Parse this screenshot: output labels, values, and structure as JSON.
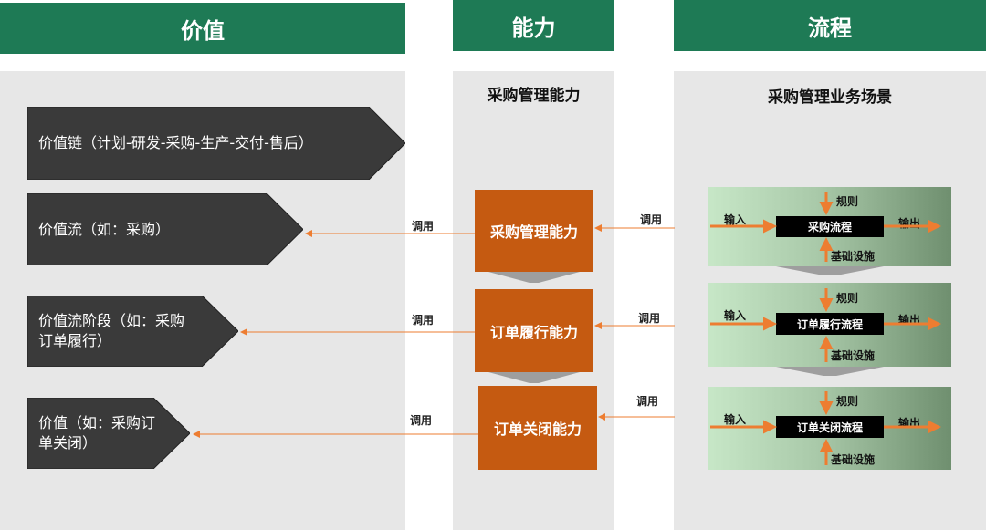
{
  "headers": {
    "value": "价值",
    "capability": "能力",
    "process": "流程"
  },
  "subtitles": {
    "capability": "采购管理能力",
    "process": "采购管理业务场景"
  },
  "value_items": [
    {
      "label": "价值链（计划-研发-采购-生产-交付-售后）"
    },
    {
      "label": "价值流（如：采购）"
    },
    {
      "label": "价值流阶段（如：采购\n订单履行）"
    },
    {
      "label": "价值（如：采购订\n单关闭）"
    }
  ],
  "capabilities": [
    {
      "label": "采购管理能力"
    },
    {
      "label": "订单履行能力"
    },
    {
      "label": "订单关闭能力"
    }
  ],
  "call_label": "调用",
  "scenes": [
    {
      "process": "采购流程",
      "input": "输入",
      "output": "输出",
      "rule": "规则",
      "infra": "基础设施"
    },
    {
      "process": "订单履行流程",
      "input": "输入",
      "output": "输出",
      "rule": "规则",
      "infra": "基础设施"
    },
    {
      "process": "订单关闭流程",
      "input": "输入",
      "output": "输出",
      "rule": "规则",
      "infra": "基础设施"
    }
  ],
  "colors": {
    "header_green": "#1e7a55",
    "capability_orange": "#c55a11",
    "arrow_orange": "#ed7d31",
    "panel_gray": "#e7e7e7",
    "pentagon_dark": "#3a3a3a"
  }
}
